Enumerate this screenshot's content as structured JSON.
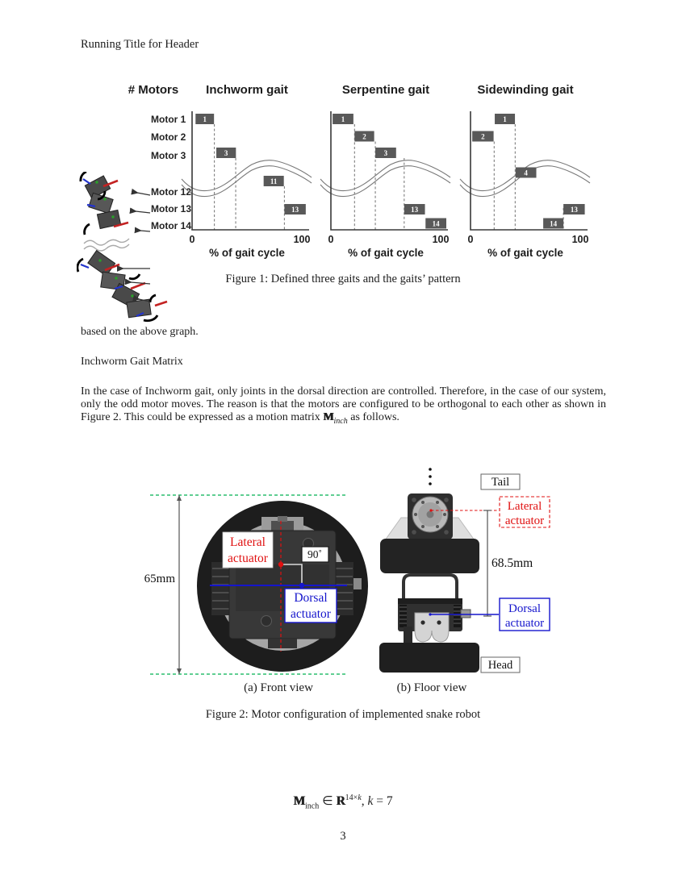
{
  "page": {
    "running_title": "Running Title for Header",
    "page_number": "3"
  },
  "figure1": {
    "motors_title": "# Motors",
    "motor_labels": [
      "Motor 1",
      "Motor 2",
      "Motor 3",
      "Motor 12",
      "Motor 13",
      "Motor 14"
    ],
    "caption": "Figure 1: Defined three gaits and the gaits’ pattern"
  },
  "chart_data": [
    {
      "type": "bar",
      "title": "Inchworm gait",
      "xlabel": "% of gait cycle",
      "x_ticks": [
        "0",
        "100"
      ],
      "xlim": [
        0,
        100
      ],
      "bars": [
        {
          "label": "1",
          "motor": 1,
          "start": 3,
          "end": 19,
          "y": 9.5
        },
        {
          "label": "3",
          "motor": 3,
          "start": 21,
          "end": 38,
          "y": 51.5
        },
        {
          "label": "11",
          "motor": 11,
          "start": 62,
          "end": 79.5,
          "y": 86.5
        },
        {
          "label": "13",
          "motor": 13,
          "start": 80,
          "end": 98.5,
          "y": 121.5
        }
      ],
      "dashed": [
        {
          "x": 19.3,
          "y": 16
        },
        {
          "x": 37.8,
          "y": 58
        },
        {
          "x": 80,
          "y": 93
        }
      ]
    },
    {
      "type": "bar",
      "title": "Serpentine gait",
      "xlabel": "% of gait cycle",
      "x_ticks": [
        "0",
        "100"
      ],
      "xlim": [
        0,
        100
      ],
      "bars": [
        {
          "label": "1",
          "motor": 1,
          "start": 1.5,
          "end": 19.5,
          "y": 9.5
        },
        {
          "label": "2",
          "motor": 2,
          "start": 20.5,
          "end": 37.5,
          "y": 31
        },
        {
          "label": "3",
          "motor": 3,
          "start": 38.5,
          "end": 56.5,
          "y": 51.5
        },
        {
          "label": "13",
          "motor": 13,
          "start": 63.5,
          "end": 81.5,
          "y": 121.5
        },
        {
          "label": "14",
          "motor": 14,
          "start": 82,
          "end": 100,
          "y": 139
        }
      ],
      "dashed": [
        {
          "x": 20.5,
          "y": 16
        },
        {
          "x": 38.5,
          "y": 37.5
        },
        {
          "x": 63.5,
          "y": 58
        }
      ]
    },
    {
      "type": "bar",
      "title": "Sidewinding gait",
      "xlabel": "% of gait cycle",
      "x_ticks": [
        "0",
        "100"
      ],
      "xlim": [
        0,
        100
      ],
      "bars": [
        {
          "label": "2",
          "motor": 2,
          "start": 1.5,
          "end": 20,
          "y": 31
        },
        {
          "label": "1",
          "motor": 1,
          "start": 21,
          "end": 38.5,
          "y": 9.5
        },
        {
          "label": "4",
          "motor": 4,
          "start": 39,
          "end": 57,
          "y": 76
        },
        {
          "label": "14",
          "motor": 14,
          "start": 63,
          "end": 80.5,
          "y": 139
        },
        {
          "label": "13",
          "motor": 13,
          "start": 80.5,
          "end": 99,
          "y": 121.5
        }
      ],
      "dashed": [
        {
          "x": 20.5,
          "y": 37.5
        },
        {
          "x": 38.7,
          "y": 16
        },
        {
          "x": 80.5,
          "y": 120
        }
      ]
    }
  ],
  "body": {
    "para_above": "based on the above graph.",
    "section_heading": "Inchworm Gait Matrix",
    "para_a": "In the case of Inchworm gait, only joints in the dorsal direction are controlled. Therefore, in the case of our system, only the odd motor moves. The reason is that the motors are configured to be orthogonal to each other as shown in Figure 2. This could be expressed as a motion matrix ",
    "m": "M",
    "m_sub": "inch",
    "para_b": " as follows."
  },
  "figure2": {
    "caption": "Figure 2: Motor configuration of implemented snake robot",
    "subcaption_a": "(a) Front view",
    "subcaption_b": "(b) Floor view",
    "front": {
      "dim_label": "65mm",
      "angle_label": "90˚",
      "lateral_line1": "Lateral",
      "lateral_line2": "actuator",
      "dorsal_line1": "Dorsal",
      "dorsal_line2": "actuator"
    },
    "floor": {
      "tail_label": "Tail",
      "head_label": "Head",
      "dim_label": "68.5mm",
      "lateral_line1": "Lateral",
      "lateral_line2": "actuator",
      "dorsal_line1": "Dorsal",
      "dorsal_line2": "actuator"
    },
    "colors": {
      "red": "#e01010",
      "blue": "#1515cc",
      "green": "#00b050"
    }
  },
  "equation": {
    "m": "M",
    "m_sub": "inch",
    "element_of": " ∈ ",
    "r": "R",
    "r_sup_base": "14×",
    "r_sup_var": "k",
    "comma": ", ",
    "var_k": "k",
    "equals_seven": " = 7"
  }
}
